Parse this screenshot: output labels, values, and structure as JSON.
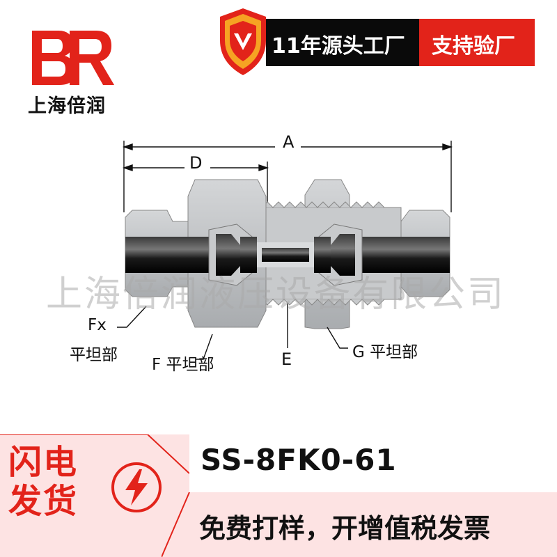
{
  "brand": {
    "logo_letters": "BR",
    "name": "上海倍润"
  },
  "banner": {
    "factory_text": "11年源头工厂",
    "inspect_text": "支持验厂"
  },
  "diagram": {
    "dim_a": "A",
    "dim_d": "D",
    "dim_e": "E",
    "fx_label_line1": "Fx",
    "fx_label_line2": "平坦部",
    "f_label": "F 平坦部",
    "g_label": "G 平坦部"
  },
  "watermark": "上海倍润液压设备有限公司",
  "product": {
    "model": "SS-8FK0-61"
  },
  "promo": {
    "flash_line1": "闪电",
    "flash_line2": "发货",
    "offer_text": "免费打样，开增值税发票"
  },
  "colors": {
    "brand_red": "#e2231a",
    "banner_black": "#0a0a0a",
    "promo_bg": "#fde3e3",
    "metal": "#b9bcbf",
    "tube": "#1a1a1a"
  }
}
